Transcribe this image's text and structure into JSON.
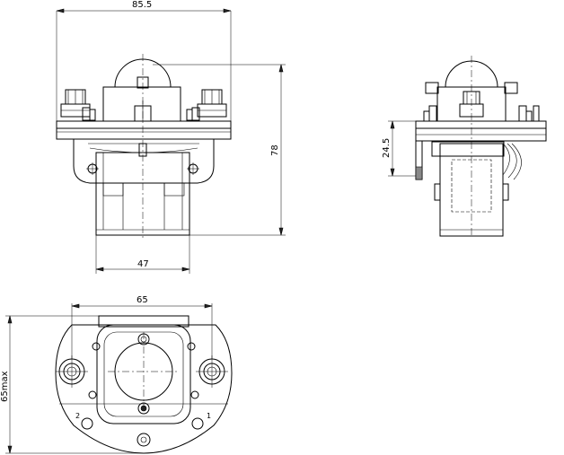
{
  "dimensions": {
    "overall_width": "85.5",
    "overall_height": "78",
    "base_width": "47",
    "side_offset": "24.5",
    "mount_span": "65",
    "bottom_height": "65max"
  },
  "terminal_markings": {
    "left": "2",
    "right": "1"
  }
}
